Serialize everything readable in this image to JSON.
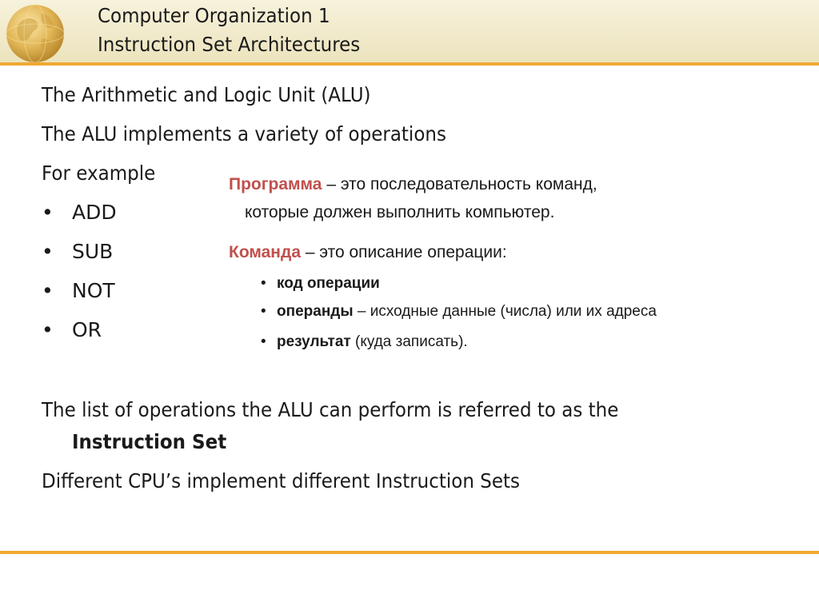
{
  "header": {
    "title_line1": "Computer Organization 1",
    "title_line2": "Instruction Set Architectures",
    "logo_icon": "globe-icon"
  },
  "colors": {
    "header_bg": "#ece3bd",
    "accent_rule": "#f0a830",
    "russian_term": "#c0504d"
  },
  "content": {
    "line1": "The Arithmetic and Logic Unit (ALU)",
    "line2": "The ALU implements a variety of operations",
    "line3": "For example",
    "bullet_char": "•",
    "bullets": [
      "ADD",
      "SUB",
      "NOT",
      "OR"
    ],
    "para1_text": "The list of operations the ALU can perform is referred to as the",
    "para1_bold": "Instruction Set",
    "para2": "Different CPU’s implement different Instruction Sets"
  },
  "russian": {
    "def1_term": "Программа",
    "def1_text": " – это последовательность команд,",
    "def1_cont": "которые должен выполнить компьютер.",
    "def2_term": "Команда",
    "def2_text": " – это описание операции:",
    "bullet_char": "•",
    "items": [
      {
        "bold": "код операции",
        "rest": ""
      },
      {
        "bold": "операнды",
        "rest": " – исходные данные (числа) или их адреса"
      },
      {
        "bold": "результат",
        "rest": " (куда записать)."
      }
    ]
  }
}
